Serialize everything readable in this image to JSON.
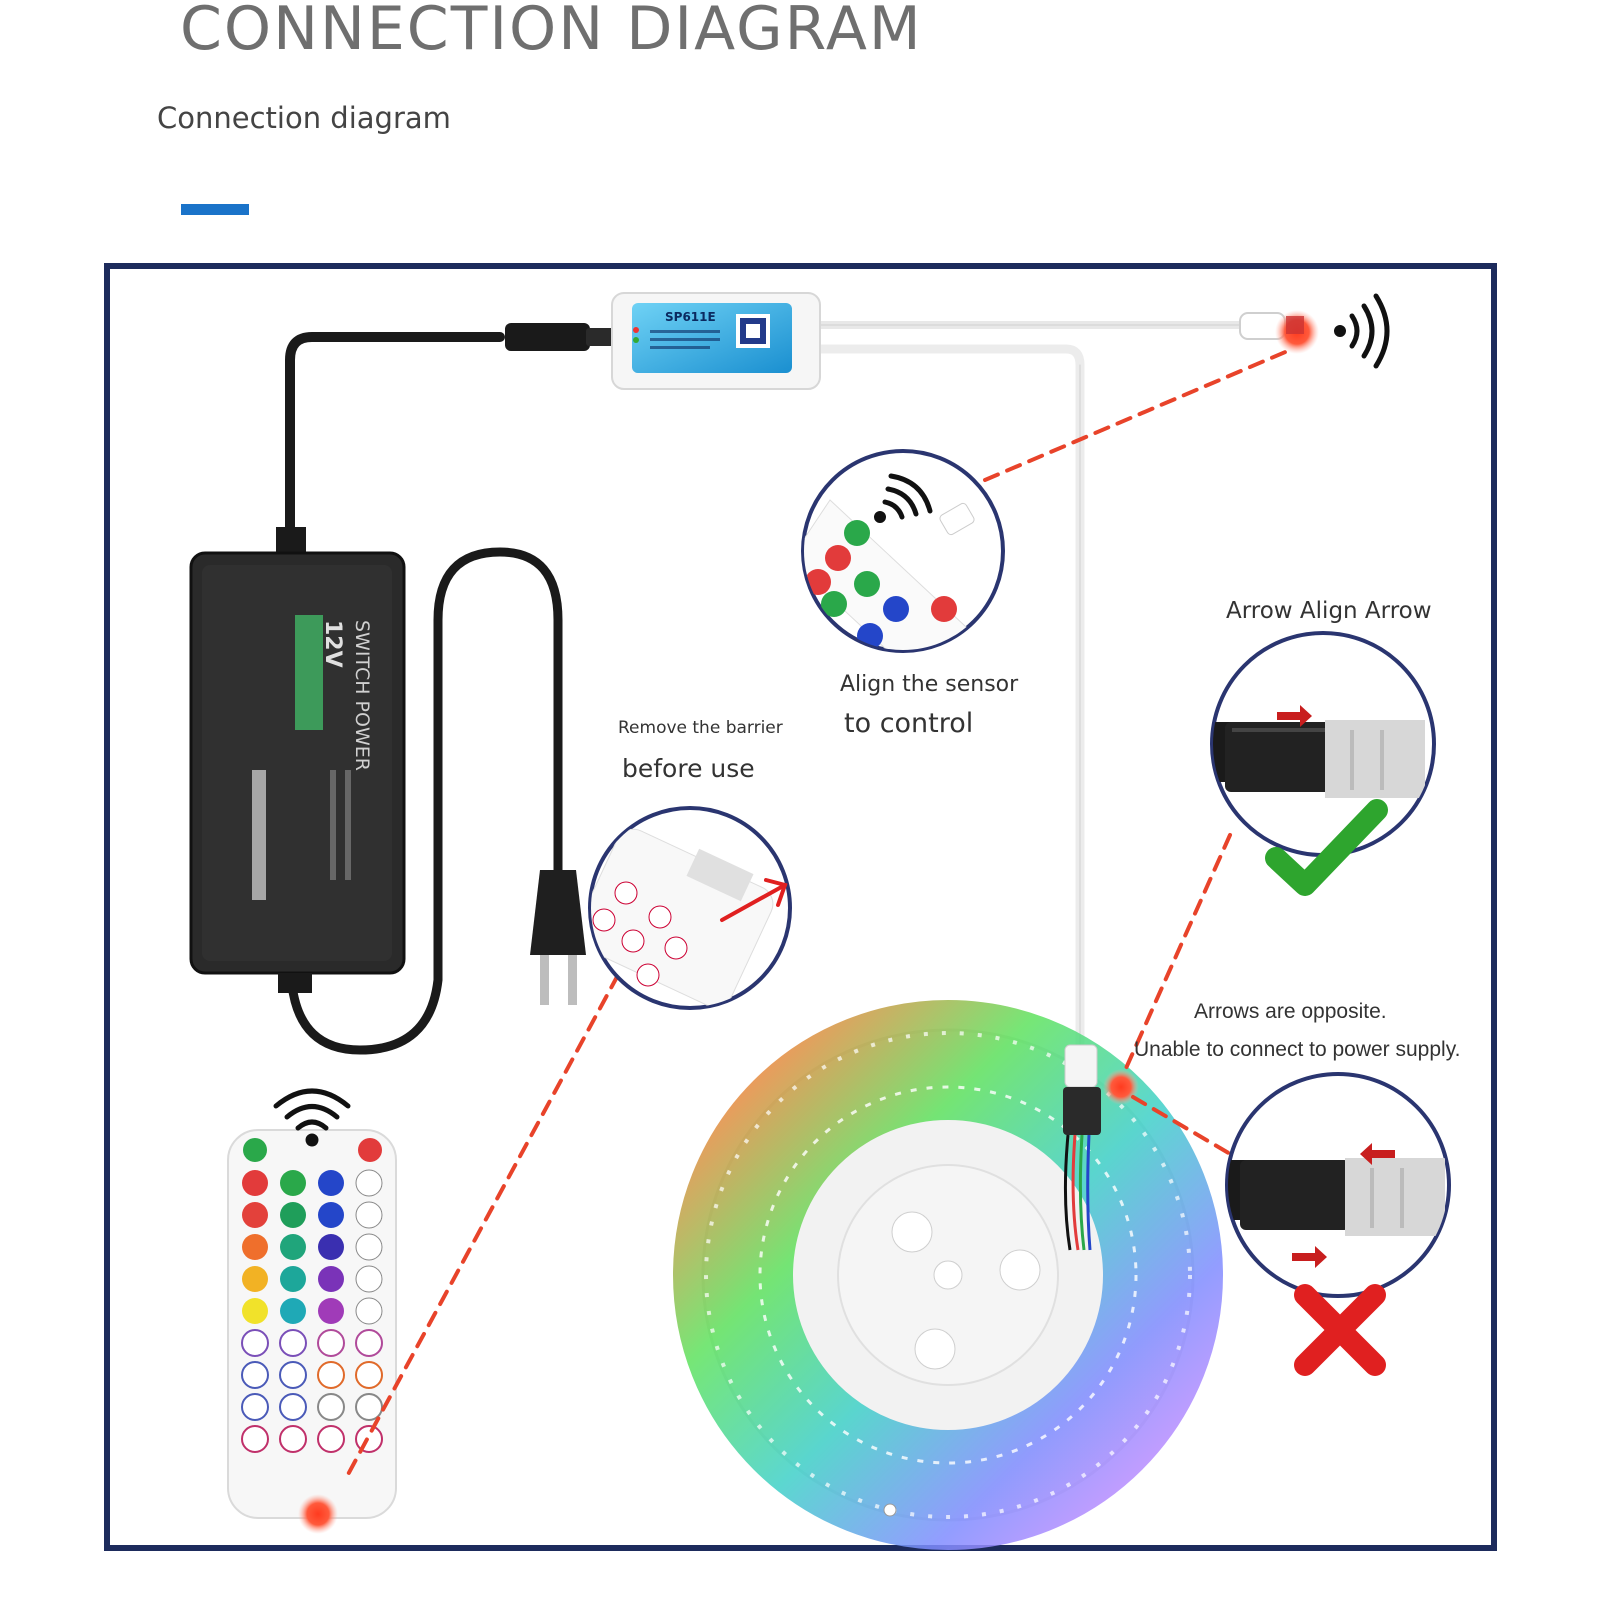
{
  "header": {
    "title": "CONNECTION DIAGRAM",
    "subtitle": "Connection diagram"
  },
  "colors": {
    "accent": "#1a73c9",
    "frame_border": "#1d2b5c",
    "pointer_line": "#e8432a",
    "check": "#2ea52e",
    "cross": "#e02020"
  },
  "devices": {
    "controller_model": "SP611E",
    "power_voltage": "12V",
    "power_brand": "SWITCH POWER"
  },
  "callouts": {
    "remove_barrier_line1": "Remove the barrier",
    "remove_barrier_line2": "before use",
    "align_sensor_line1": "Align the sensor",
    "align_sensor_line2": "to control",
    "arrow_align": "Arrow Align Arrow",
    "arrows_opposite_line1": "Arrows are opposite.",
    "arrows_opposite_line2": "Unable to connect to power supply."
  },
  "icons": [
    "wifi-signal-icon",
    "check-icon",
    "cross-icon",
    "arrow-icon"
  ]
}
